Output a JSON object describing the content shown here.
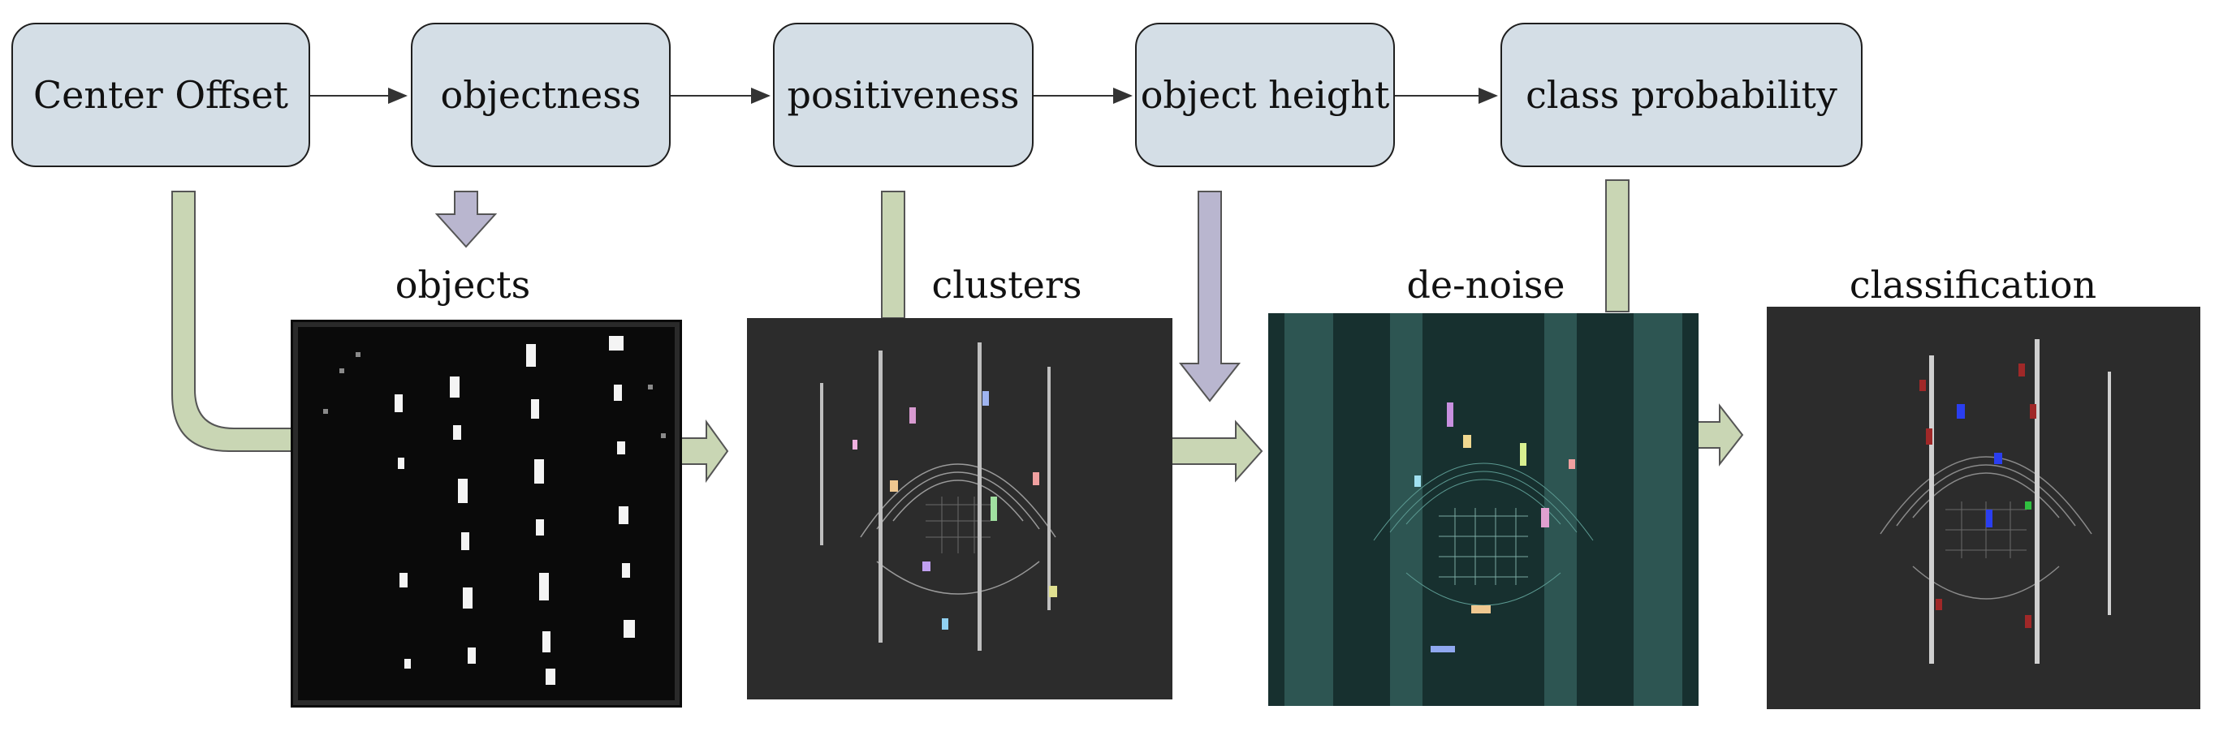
{
  "stages": [
    {
      "id": "center-offset",
      "label": "Center Offset"
    },
    {
      "id": "objectness",
      "label": "objectness"
    },
    {
      "id": "positiveness",
      "label": "positiveness"
    },
    {
      "id": "object-height",
      "label": "object height"
    },
    {
      "id": "class-probability",
      "label": "class probability"
    }
  ],
  "panels": [
    {
      "id": "objects",
      "label": "objects"
    },
    {
      "id": "clusters",
      "label": "clusters"
    },
    {
      "id": "de-noise",
      "label": "de-noise"
    },
    {
      "id": "classification",
      "label": "classification"
    }
  ],
  "colors": {
    "box_fill": "#d4dee6",
    "green_arrow": "#c9d6b4",
    "purple_arrow": "#b9b6cf",
    "panel_dark": "#2c2c2c",
    "panel_black": "#000000",
    "panel_teal": "#1d3a3a"
  }
}
